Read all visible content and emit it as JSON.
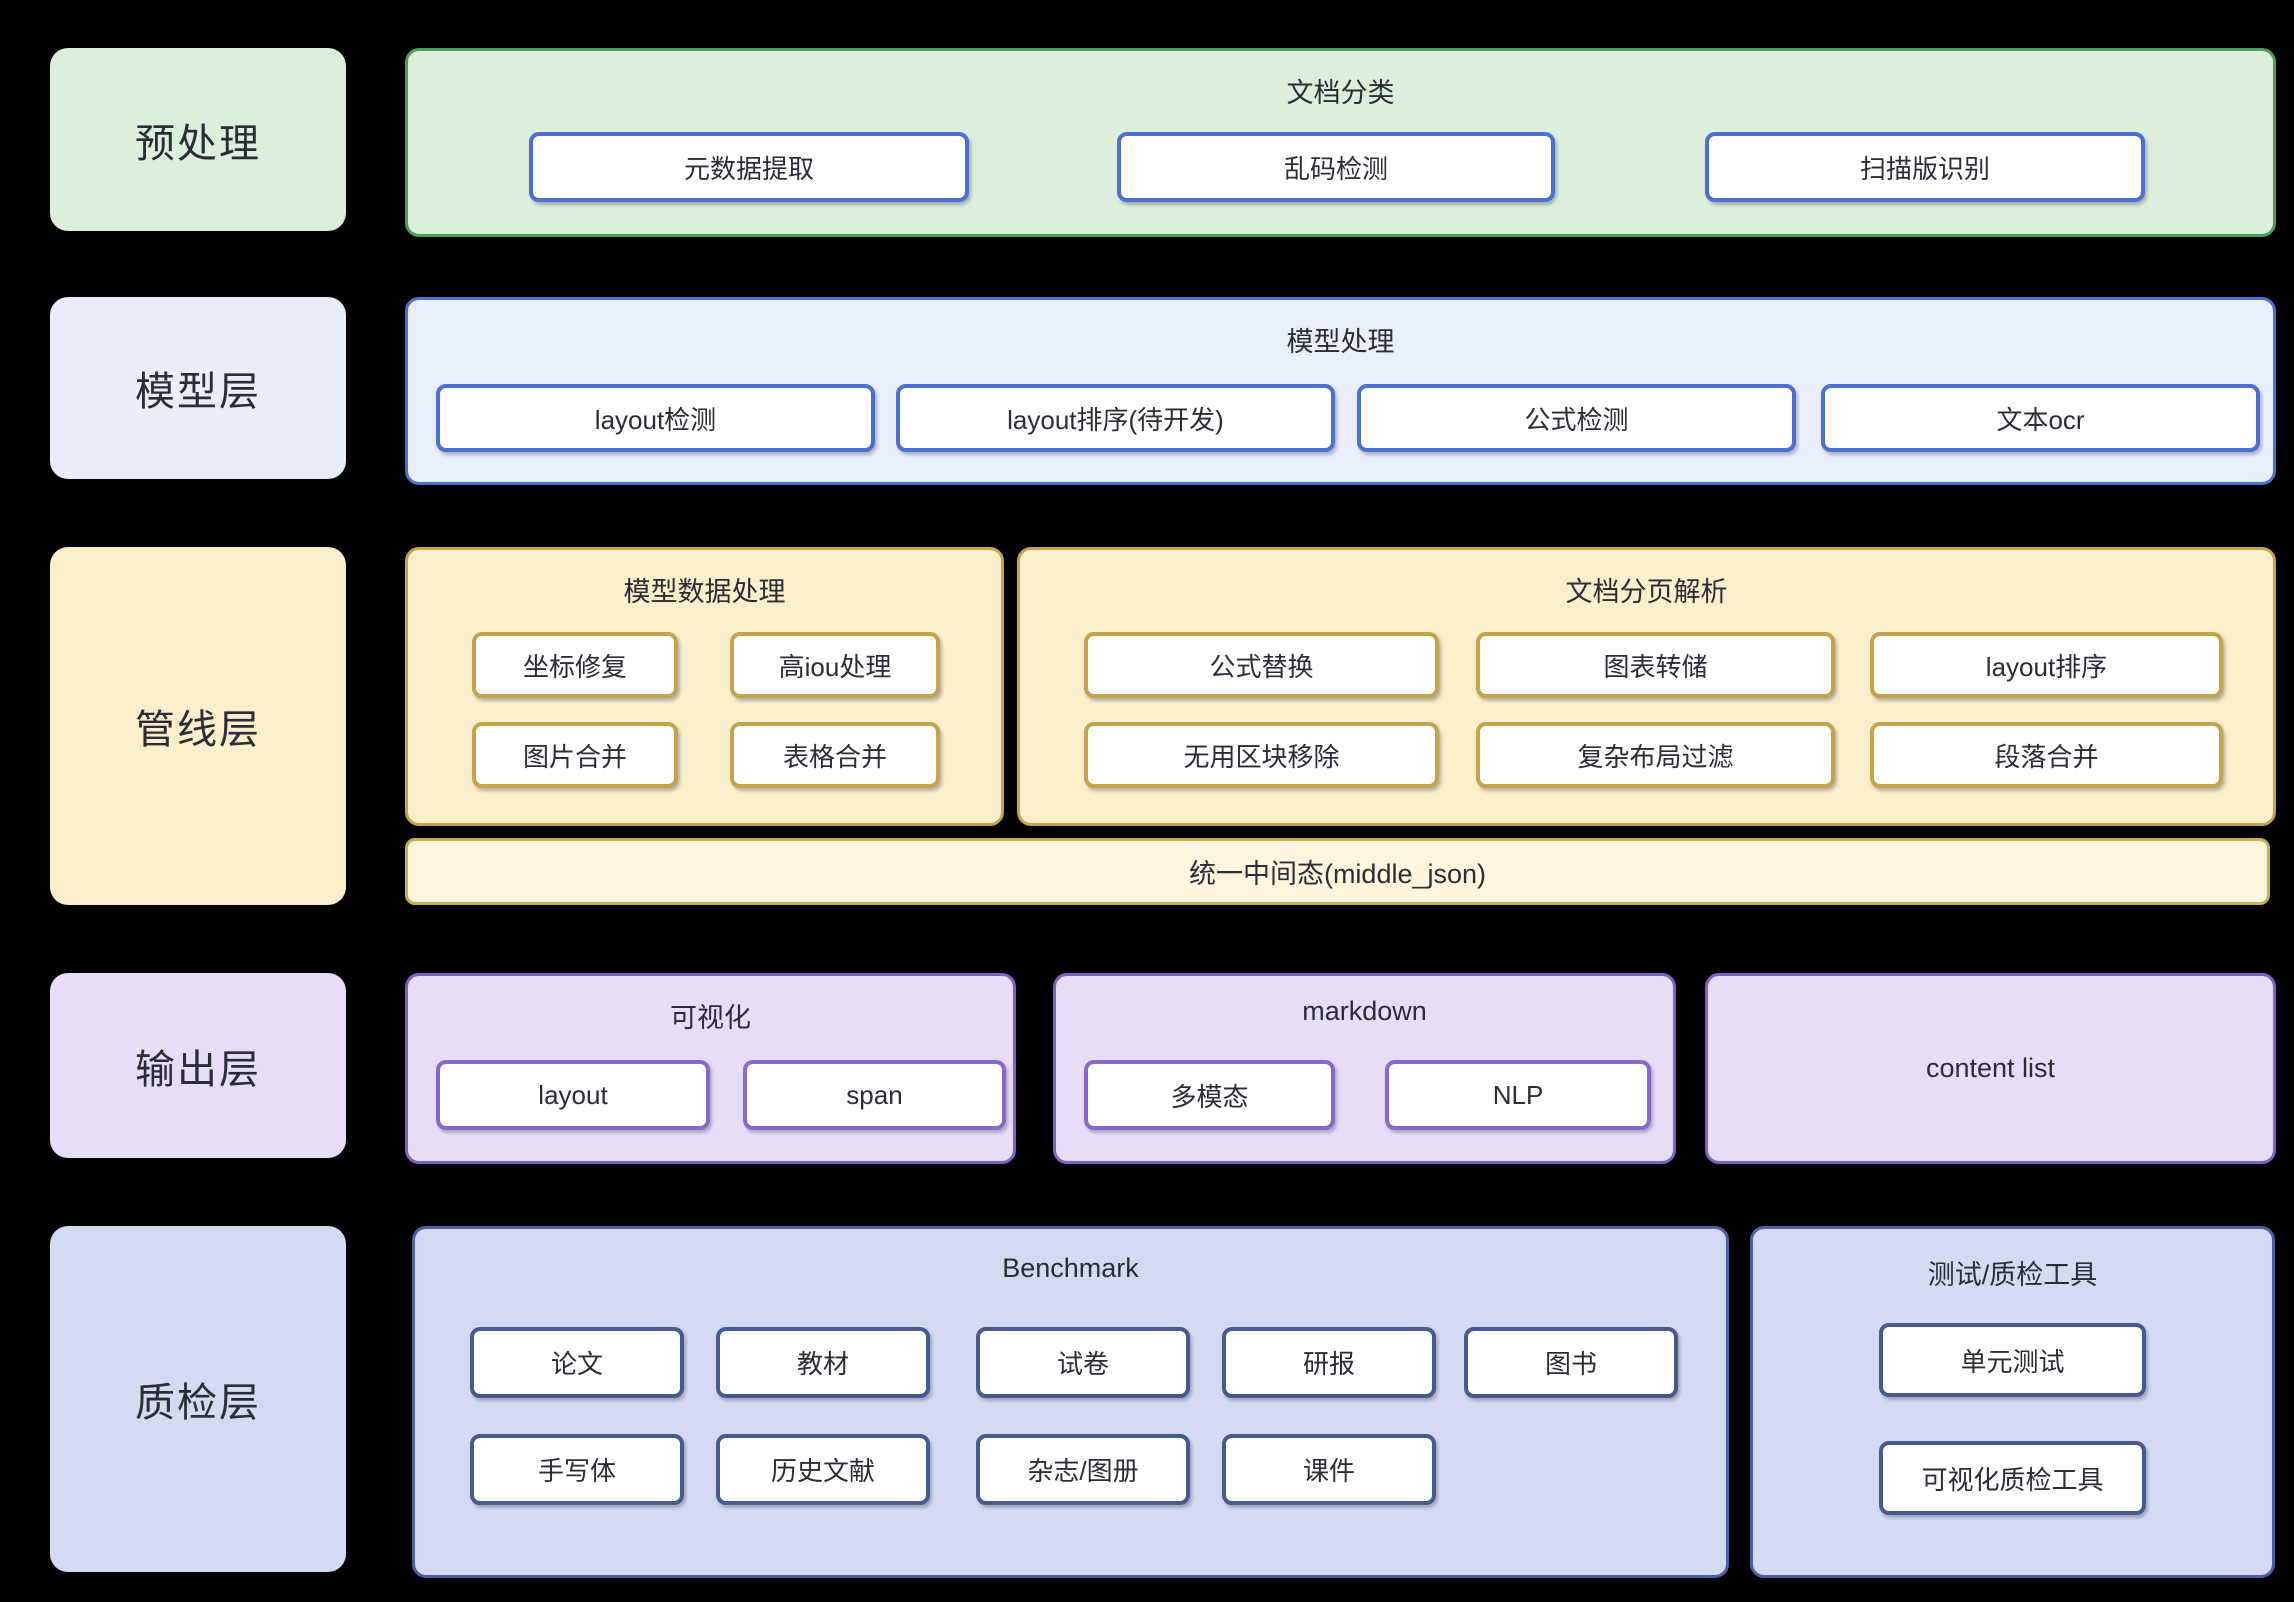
{
  "palette": {
    "background": "#000000",
    "text": "#2b2d36",
    "node_fill": "#ffffff",
    "green_fill": "#dcefdd",
    "green_border": "#4f9d5b",
    "blue_fill": "#e9eefb",
    "blue_border": "#4b70d2",
    "yellow_fill": "#fbeecb",
    "yellow_border": "#c5a54b",
    "yellow_bar_fill": "#fdf5dc",
    "purple_fill": "#e7ddf9",
    "purple_border": "#8768ce",
    "slate_fill": "#d4daf1",
    "slate_border": "#47598f"
  },
  "layers": [
    {
      "label": "预处理",
      "groups": [
        {
          "title": "文档分类",
          "nodes": [
            "元数据提取",
            "乱码检测",
            "扫描版识别"
          ]
        }
      ]
    },
    {
      "label": "模型层",
      "groups": [
        {
          "title": "模型处理",
          "nodes": [
            "layout检测",
            "layout排序(待开发)",
            "公式检测",
            "文本ocr"
          ]
        }
      ]
    },
    {
      "label": "管线层",
      "groups": [
        {
          "title": "模型数据处理",
          "nodes": [
            "坐标修复",
            "高iou处理",
            "图片合并",
            "表格合并"
          ]
        },
        {
          "title": "文档分页解析",
          "nodes": [
            "公式替换",
            "图表转储",
            "layout排序",
            "无用区块移除",
            "复杂布局过滤",
            "段落合并"
          ]
        }
      ],
      "bar": "统一中间态(middle_json)"
    },
    {
      "label": "输出层",
      "groups": [
        {
          "title": "可视化",
          "nodes": [
            "layout",
            "span"
          ]
        },
        {
          "title": "markdown",
          "nodes": [
            "多模态",
            "NLP"
          ]
        },
        {
          "title": "content list",
          "nodes": []
        }
      ]
    },
    {
      "label": "质检层",
      "groups": [
        {
          "title": "Benchmark",
          "nodes": [
            "论文",
            "教材",
            "试卷",
            "研报",
            "图书",
            "手写体",
            "历史文献",
            "杂志/图册",
            "课件"
          ]
        },
        {
          "title": "测试/质检工具",
          "nodes": [
            "单元测试",
            "可视化质检工具"
          ]
        }
      ]
    }
  ]
}
